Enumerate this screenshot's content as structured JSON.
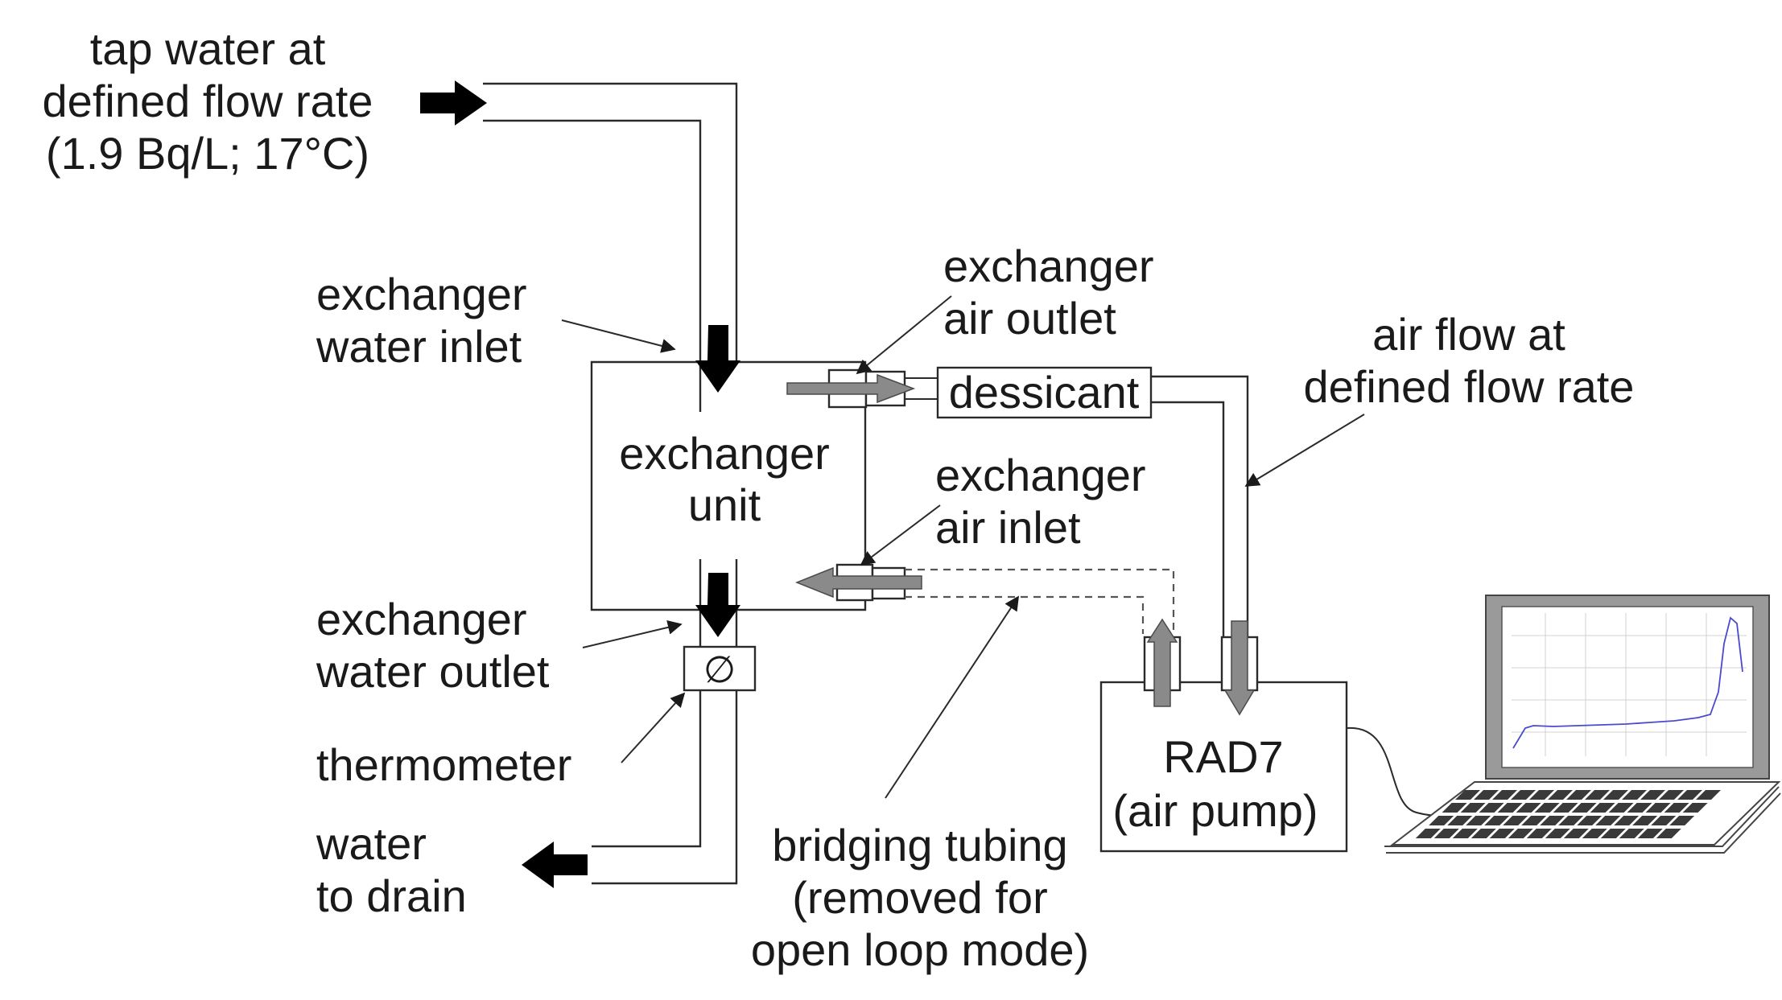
{
  "labels": {
    "tap_water_line1": "tap water at",
    "tap_water_line2": "defined flow rate",
    "tap_water_line3": "(1.9 Bq/L; 17°C)",
    "water_inlet_line1": "exchanger",
    "water_inlet_line2": "water inlet",
    "water_outlet_line1": "exchanger",
    "water_outlet_line2": "water outlet",
    "thermometer": "thermometer",
    "drain_line1": "water",
    "drain_line2": "to drain",
    "air_outlet_line1": "exchanger",
    "air_outlet_line2": "air outlet",
    "air_inlet_line1": "exchanger",
    "air_inlet_line2": "air inlet",
    "air_flow_line1": "air flow at",
    "air_flow_line2": "defined flow rate",
    "bridging_line1": "bridging tubing",
    "bridging_line2": "(removed for",
    "bridging_line3": "open loop mode)"
  },
  "components": {
    "exchanger_line1": "exchanger",
    "exchanger_line2": "unit",
    "dessicant": "dessicant",
    "rad7_line1": "RAD7",
    "rad7_line2": "(air pump)",
    "thermometer_symbol": "∅"
  },
  "colors": {
    "line": "#2a2a2a",
    "flow_arrow": "#000000",
    "air_arrow": "#8a8a8a"
  }
}
